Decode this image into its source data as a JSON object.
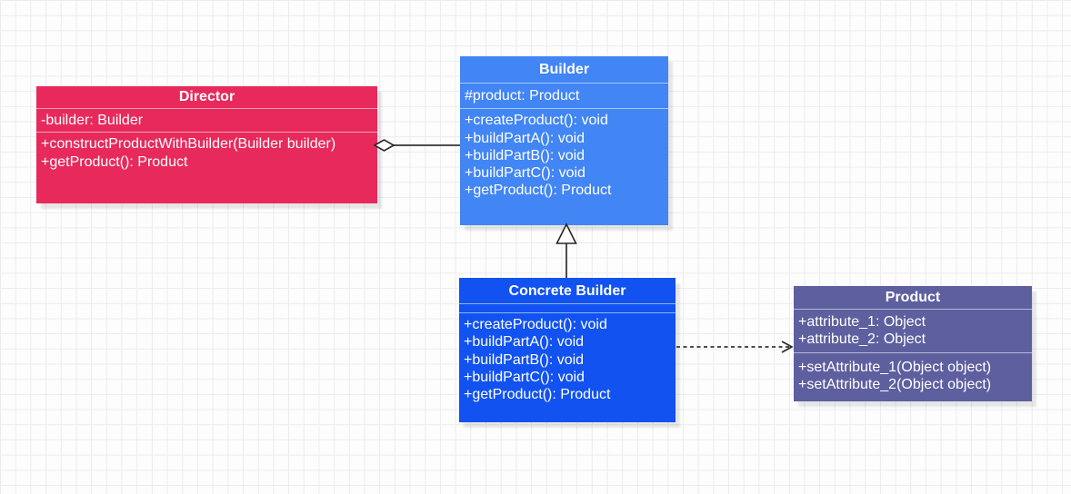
{
  "canvas": {
    "background": "#FDFDFD",
    "grid_color": "#ECECEC"
  },
  "classes": [
    {
      "name": "Director",
      "fill": "#E8295B",
      "attributes": [
        "-builder: Builder"
      ],
      "methods": [
        "+constructProductWithBuilder(Builder builder)",
        "+getProduct(): Product"
      ]
    },
    {
      "name": "Builder",
      "fill": "#4285F4",
      "attributes": [
        "#product: Product"
      ],
      "methods": [
        "+createProduct(): void",
        "+buildPartA(): void",
        "+buildPartB(): void",
        "+buildPartC(): void",
        "+getProduct(): Product"
      ]
    },
    {
      "name": "Concrete Builder",
      "fill": "#1152F0",
      "attributes": [],
      "methods": [
        "+createProduct(): void",
        "+buildPartA(): void",
        "+buildPartB(): void",
        "+buildPartC(): void",
        "+getProduct(): Product"
      ]
    },
    {
      "name": "Product",
      "fill": "#5E5F9F",
      "attributes": [
        "+attribute_1: Object",
        "+attribute_2: Object"
      ],
      "methods": [
        "+setAttribute_1(Object object)",
        "+setAttribute_2(Object object)"
      ]
    }
  ],
  "relationships": [
    {
      "type": "aggregation",
      "from": "Director",
      "to": "Builder"
    },
    {
      "type": "generalization",
      "from": "Concrete Builder",
      "to": "Builder"
    },
    {
      "type": "dependency",
      "from": "Concrete Builder",
      "to": "Product"
    }
  ],
  "edge_colors": {
    "line": "#4D4D4D",
    "marker_stroke": "#262626",
    "marker_fill": "#FFFFFF"
  }
}
